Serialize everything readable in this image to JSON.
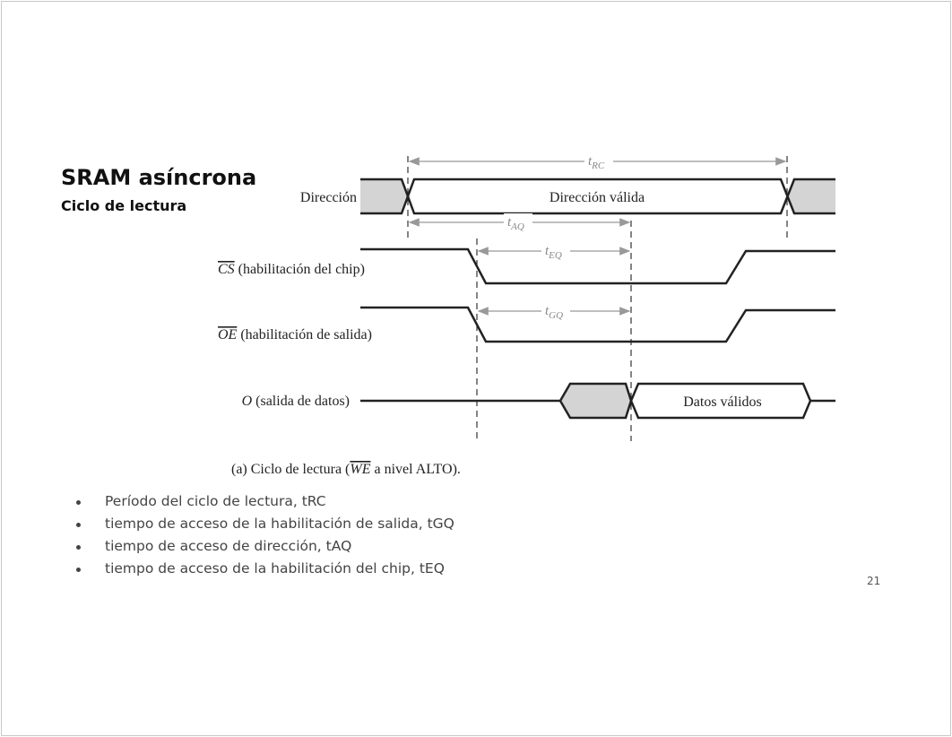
{
  "slide": {
    "title": "SRAM asíncrona",
    "subtitle": "Ciclo de lectura",
    "page_number": "21",
    "bullets": [
      "Período del ciclo de lectura, tRC",
      "tiempo de acceso de la habilitación de salida, tGQ",
      "tiempo de acceso de dirección, tAQ",
      "tiempo de acceso de la habilitación del chip, tEQ"
    ]
  },
  "diagram": {
    "signals": {
      "address": {
        "label": "Dirección",
        "valid": "Dirección válida"
      },
      "cs": {
        "name": "CS",
        "label": " (habilitación del chip)"
      },
      "oe": {
        "name": "OE",
        "label": " (habilitación de salida)"
      },
      "out": {
        "name": "O",
        "label": " (salida de datos)",
        "valid": "Datos válidos"
      }
    },
    "timings": {
      "trc": {
        "t": "t",
        "sub": "RC"
      },
      "taq": {
        "t": "t",
        "sub": "AQ"
      },
      "teq": {
        "t": "t",
        "sub": "EQ"
      },
      "tgq": {
        "t": "t",
        "sub": "GQ"
      }
    },
    "caption": {
      "prefix": "(a)  Ciclo de lectura (",
      "we": "WE",
      "suffix": " a nivel ALTO)."
    },
    "colors": {
      "invalid_fill": "#d4d4d4",
      "line": "#222222"
    }
  }
}
